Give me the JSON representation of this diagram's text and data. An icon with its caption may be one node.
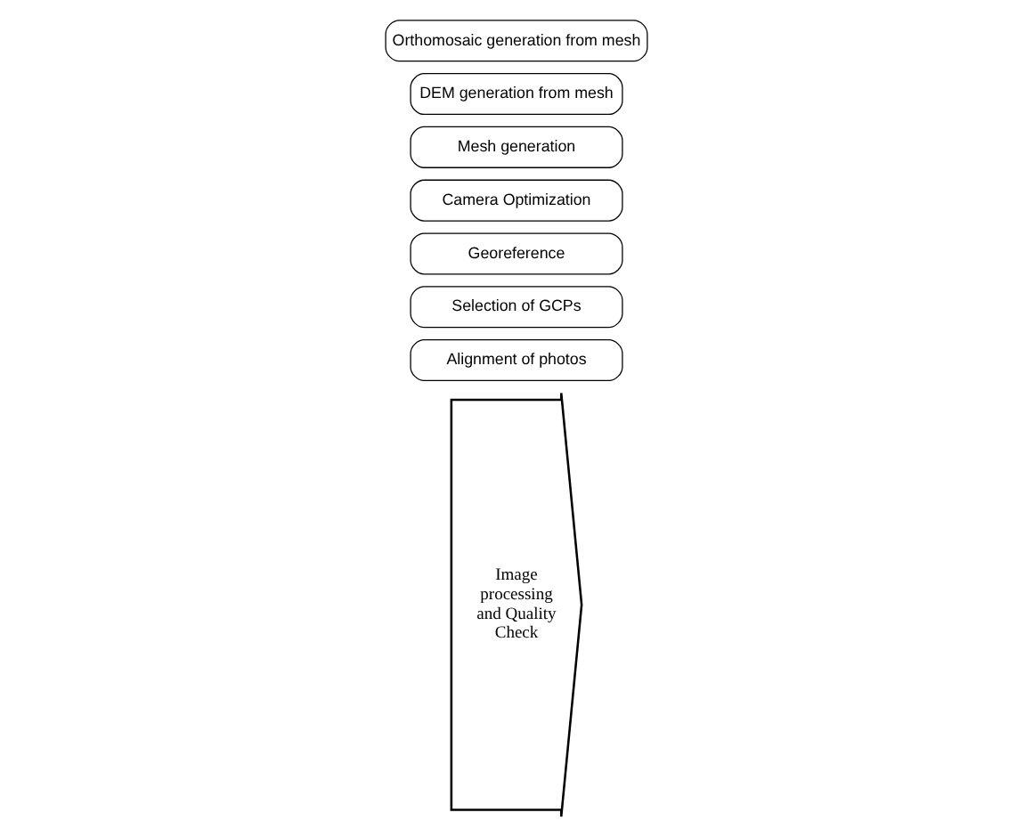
{
  "diagram": {
    "nodes": [
      {
        "text": [
          "Image processing and Quality Check"
        ]
      },
      {
        "text": [
          "Alignment of photos"
        ]
      },
      {
        "text": [
          "Selection of GCPs"
        ]
      },
      {
        "text": [
          "Georeference"
        ]
      },
      {
        "text": [
          "Camera Optimization"
        ]
      },
      {
        "text": [
          "Mesh generation"
        ]
      },
      {
        "text": [
          "DEM generation from mesh"
        ]
      },
      {
        "text": [
          "Orthomosaic generation from mesh"
        ]
      }
    ],
    "edges": []
  }
}
